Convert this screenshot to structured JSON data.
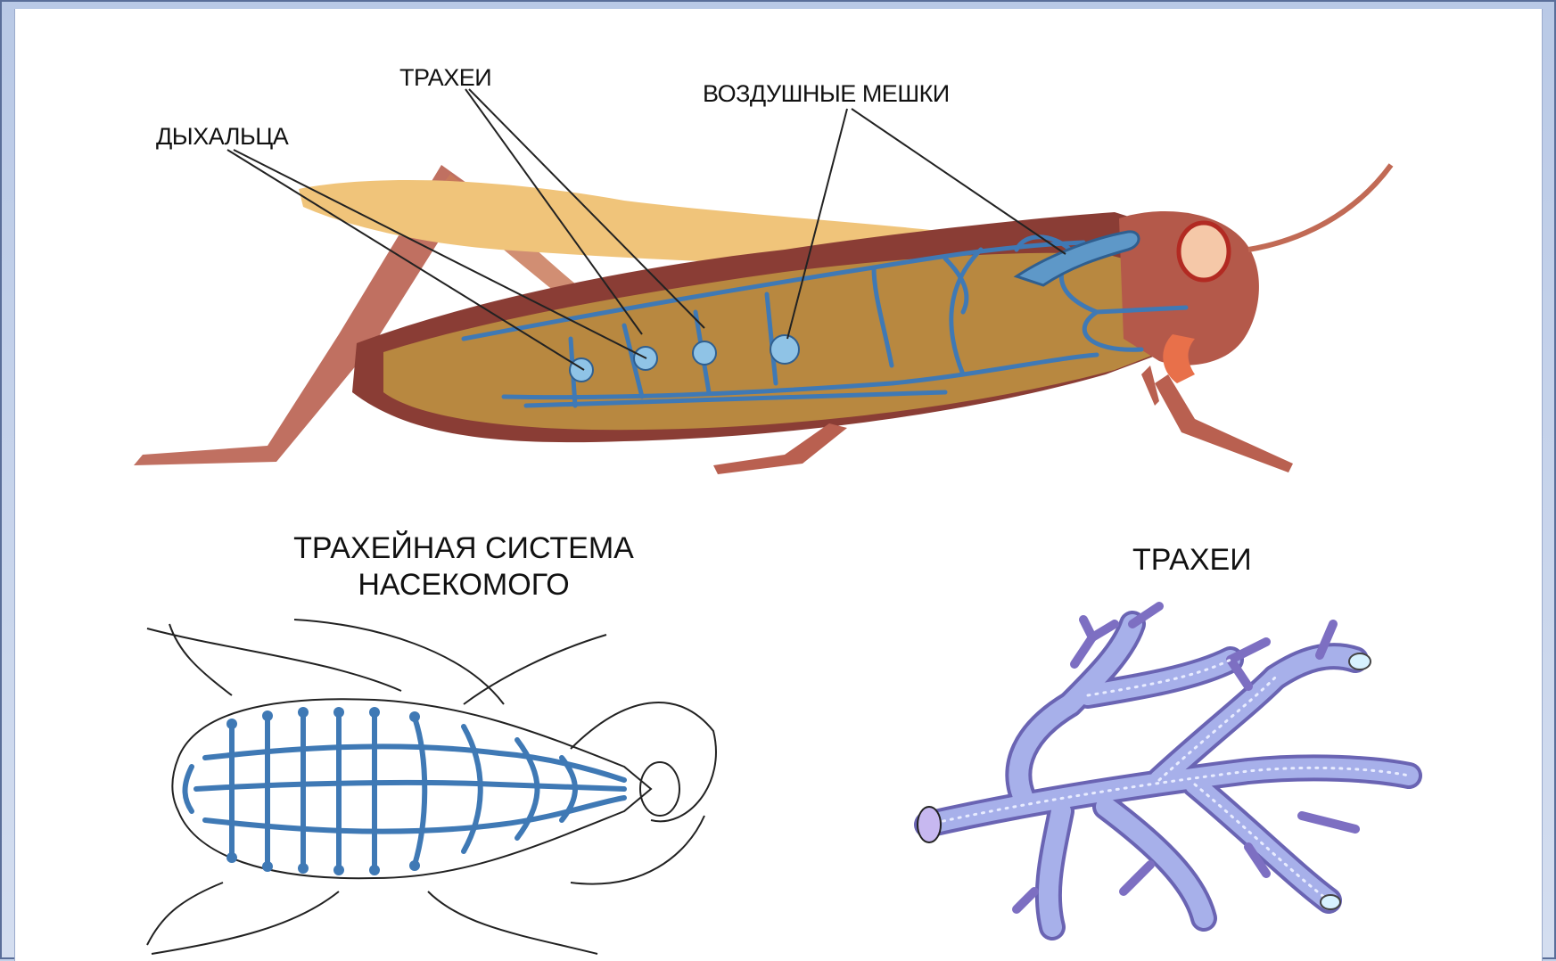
{
  "labels": {
    "spiracles": "ДЫХАЛЬЦА",
    "tracheae_top": "ТРАХЕИ",
    "air_sacs": "ВОЗДУШНЫЕ МЕШКИ",
    "system_title_line1": "ТРАХЕЙНАЯ СИСТЕМА",
    "system_title_line2": "НАСЕКОМОГО",
    "tracheae_bottom": "ТРАХЕИ"
  },
  "colors": {
    "background_frame": "#c3d2ea",
    "panel": "#ffffff",
    "body_fill": "#b88840",
    "wing": "#f0c47a",
    "legs": "#a8584a",
    "trachea_blue": "#3f79b5",
    "trachea_lilac": "#a7b0ea"
  }
}
